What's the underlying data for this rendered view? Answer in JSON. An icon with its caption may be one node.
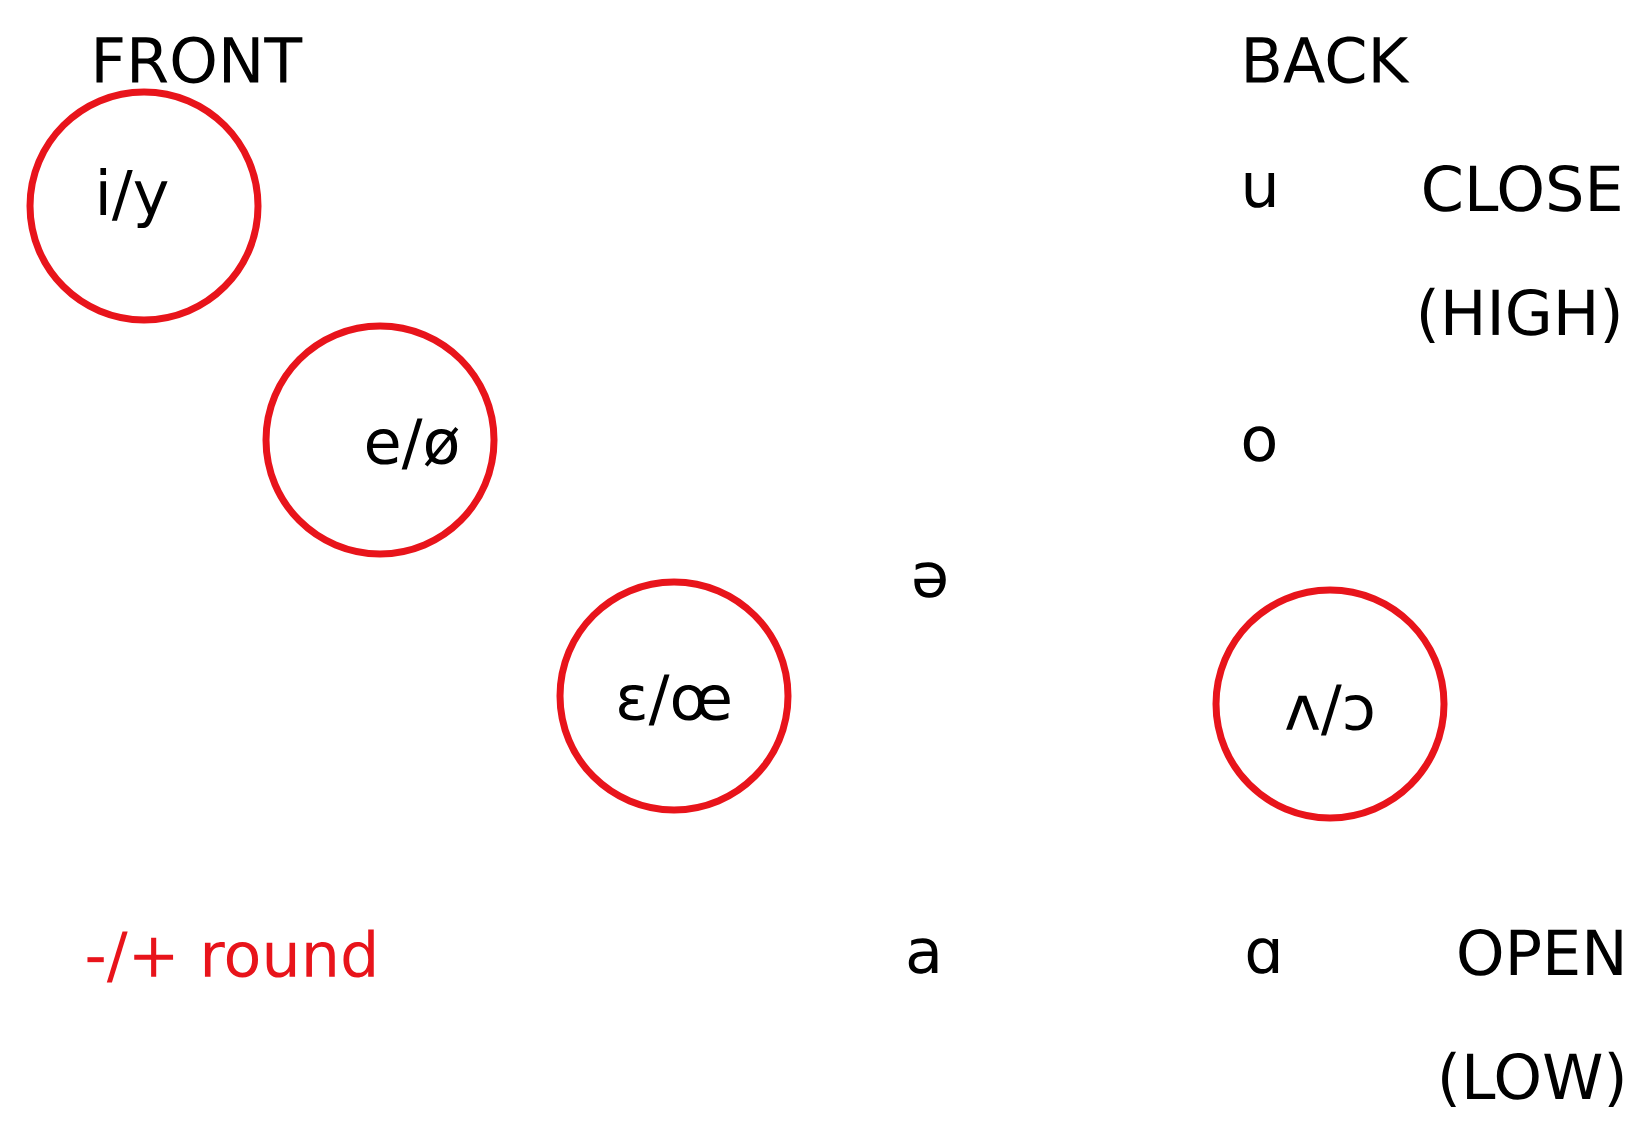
{
  "diagram": {
    "nodes": [
      {
        "text": [
          "i/y"
        ]
      },
      {
        "text": [
          "e/ø"
        ]
      },
      {
        "text": [
          "ɛ/œ"
        ]
      },
      {
        "text": [
          "ʌ/ɔ"
        ]
      }
    ],
    "labels": [
      "FRONT",
      "BACK",
      "u",
      "CLOSE (HIGH)",
      "o",
      "ə",
      "-/+ round",
      "a",
      "ɑ",
      "OPEN (LOW)"
    ]
  }
}
